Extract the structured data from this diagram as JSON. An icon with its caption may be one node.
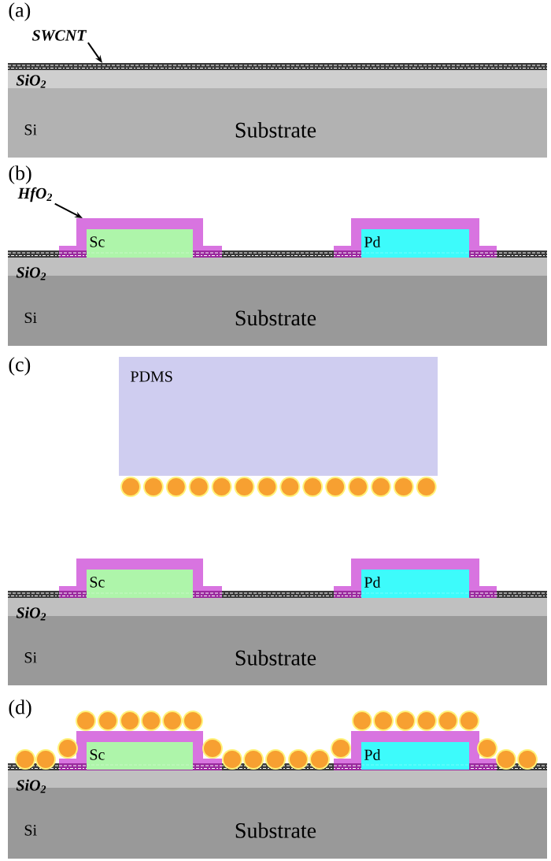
{
  "diagram": {
    "nodes": [
      {
        "text": [
          "SWCNT"
        ]
      },
      {
        "text": [],
        "shape": "bar"
      },
      {
        "text": [
          "Si",
          "Substrate"
        ]
      },
      {
        "text": [
          "HfO$_{2}$"
        ]
      },
      {
        "text": [],
        "shape": "bar"
      },
      {
        "text": [
          "Sc"
        ]
      },
      {
        "text": [
          "Pd"
        ]
      },
      {
        "text": [
          "Si",
          "Substrate"
        ]
      },
      {
        "text": [
          "PDMS"
        ]
      },
      {
        "text": [
          "Sc"
        ]
      },
      {
        "text": [
          "Pd"
        ]
      },
      {
        "text": [
          "Si",
          "Substrate"
        ]
      },
      {
        "text": [
          "Sc"
        ]
      },
      {
        "text": [
          "Pd"
        ]
      },
      {
        "text": [
          "Si",
          "Substrate"
        ]
      }
    ],
    "edges": [
      {
        "from": 0,
        "to": 1,
        "arrow": "to"
      },
      {
        "from": 3,
        "to": 4,
        "arrow": "to"
      }
    ],
    "labels": [
      "(a)",
      "SiO$_{2}$",
      "(b)",
      "SiO$_{2}$",
      "(c)",
      "SiO$_{2}$",
      "(d)",
      "SiO$_{2}$"
    ]
  }
}
